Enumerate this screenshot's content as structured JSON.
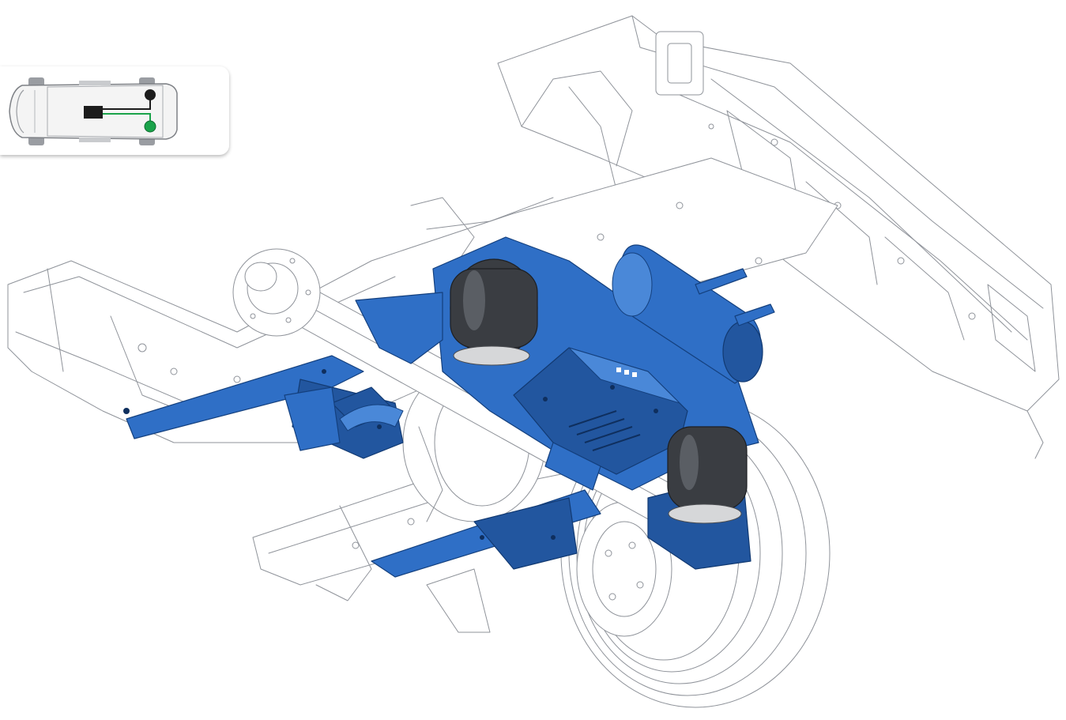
{
  "colors": {
    "kit_blue": "#2f6fc6",
    "kit_blue_dark": "#22569f",
    "air_bag": "#3a3d42",
    "line_art": "#8f939a",
    "control_line": "#1aa34a",
    "valve_black": "#1c1c1c",
    "inset_background": "#ffffff"
  },
  "inset": {
    "vehicle": "top-view-van",
    "components": [
      "air-tank-block",
      "valve-dot-black",
      "valve-dot-green",
      "air-line-black",
      "air-line-green"
    ]
  },
  "illustration": {
    "components": [
      "vehicle-frame",
      "rear-axle",
      "left-leaf-spring",
      "right-leaf-spring",
      "rear-tire",
      "wheel-hub",
      "frame-crossmember",
      "left-air-spring",
      "right-air-spring",
      "air-tank",
      "compressor-box",
      "mounting-bracket",
      "leaf-spring-bracket"
    ]
  }
}
